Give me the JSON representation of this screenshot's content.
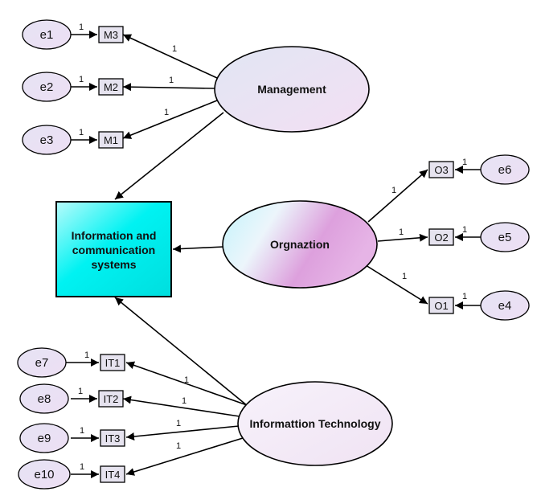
{
  "diagram": {
    "latents": {
      "management": "Management",
      "organization": "Orgnaztion",
      "it": "Informattion Technology"
    },
    "outcome": {
      "line1": "Information and",
      "line2": "communication",
      "line3": "systems"
    },
    "observed": {
      "m3": "M3",
      "m2": "M2",
      "m1": "M1",
      "o3": "O3",
      "o2": "O2",
      "o1": "O1",
      "it1": "IT1",
      "it2": "IT2",
      "it3": "IT3",
      "it4": "IT4"
    },
    "errors": {
      "e1": "e1",
      "e2": "e2",
      "e3": "e3",
      "e4": "e4",
      "e5": "e5",
      "e6": "e6",
      "e7": "e7",
      "e8": "e8",
      "e9": "e9",
      "e10": "e10"
    },
    "coef": "1",
    "colors": {
      "outcome_fill": "#00f0f0",
      "latent_fill": "#efe0f3",
      "observed_fill": "#e6e3ef",
      "error_fill": "#e9e0f3"
    }
  }
}
